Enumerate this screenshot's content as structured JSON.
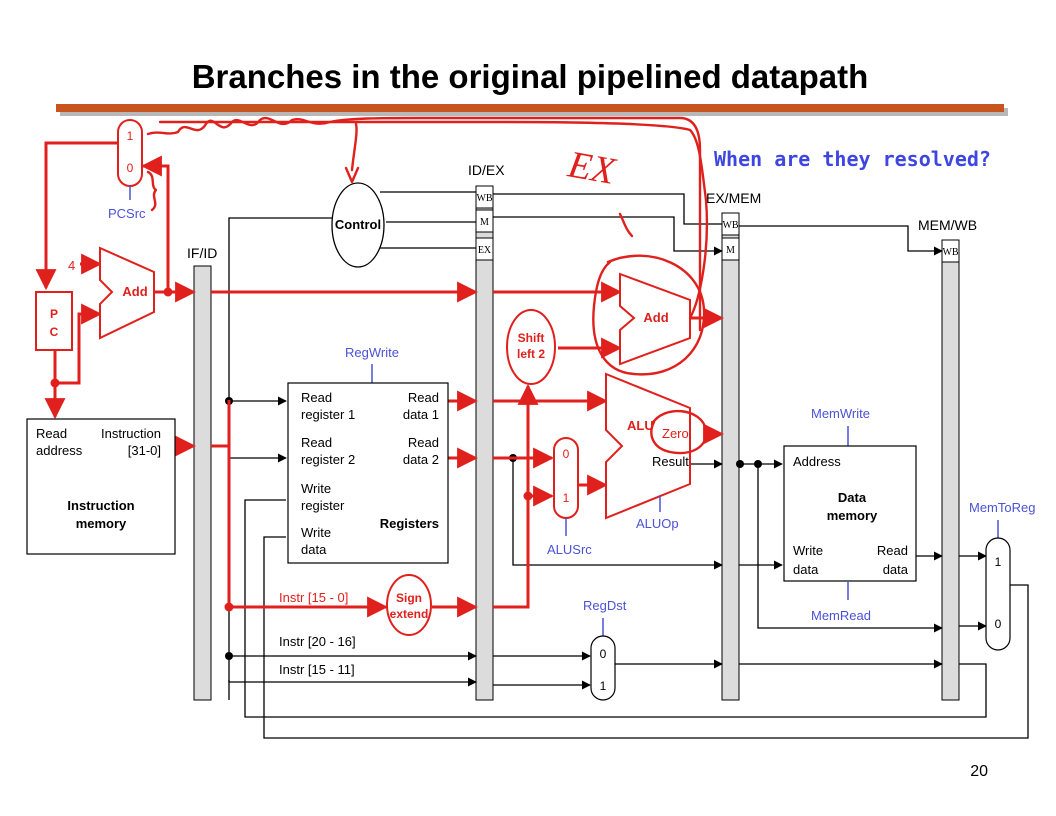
{
  "slide": {
    "title": "Branches in the original pipelined datapath",
    "question": "When are they resolved?",
    "page_number": "20"
  },
  "annotation": {
    "ex_text": "EX",
    "mark": "1"
  },
  "pipeline_registers": {
    "if_id": "IF/ID",
    "id_ex": "ID/EX",
    "ex_mem": "EX/MEM",
    "mem_wb": "MEM/WB",
    "wb": "WB",
    "m": "M",
    "ex": "EX"
  },
  "components": {
    "pc_top": "P",
    "pc_bottom": "C",
    "add_label": "Add",
    "four_label": "4",
    "control": "Control",
    "shift_left_line1": "Shift",
    "shift_left_line2": "left 2",
    "alu_label": "ALU",
    "zero_label": "Zero",
    "result_label": "Result",
    "sign_extend_line1": "Sign",
    "sign_extend_line2": "extend"
  },
  "muxes": {
    "pcsrc_in1": "1",
    "pcsrc_in0": "0",
    "alusrc_in0": "0",
    "alusrc_in1": "1",
    "regdst_in0": "0",
    "regdst_in1": "1",
    "memtoreg_in1": "1",
    "memtoreg_in0": "0"
  },
  "control_signals": {
    "pcsrc": "PCSrc",
    "regwrite": "RegWrite",
    "alusrc": "ALUSrc",
    "aluop": "ALUOp",
    "regdst": "RegDst",
    "memwrite": "MemWrite",
    "memread": "MemRead",
    "memtoreg": "MemToReg"
  },
  "instruction_memory": {
    "read_address_1": "Read",
    "read_address_2": "address",
    "instruction_1": "Instruction",
    "instruction_2": "[31-0]",
    "title_1": "Instruction",
    "title_2": "memory"
  },
  "registers": {
    "read_reg1_a": "Read",
    "read_reg1_b": "register 1",
    "read_data1_a": "Read",
    "read_data1_b": "data 1",
    "read_reg2_a": "Read",
    "read_reg2_b": "register 2",
    "read_data2_a": "Read",
    "read_data2_b": "data 2",
    "write_reg_a": "Write",
    "write_reg_b": "register",
    "write_data_a": "Write",
    "write_data_b": "data",
    "title": "Registers"
  },
  "data_memory": {
    "address": "Address",
    "title_1": "Data",
    "title_2": "memory",
    "write_data_1": "Write",
    "write_data_2": "data",
    "read_data_1": "Read",
    "read_data_2": "data"
  },
  "instr_fields": {
    "imm": "Instr [15 - 0]",
    "rt": "Instr [20 - 16]",
    "rd": "Instr [15 - 11]"
  },
  "colors": {
    "title_bar": "#c8551e",
    "highlight": "#e0201c",
    "signal_blue": "#4a52d6",
    "question_blue": "#3d46e0",
    "pipeline_fill": "#dcdcdc"
  }
}
